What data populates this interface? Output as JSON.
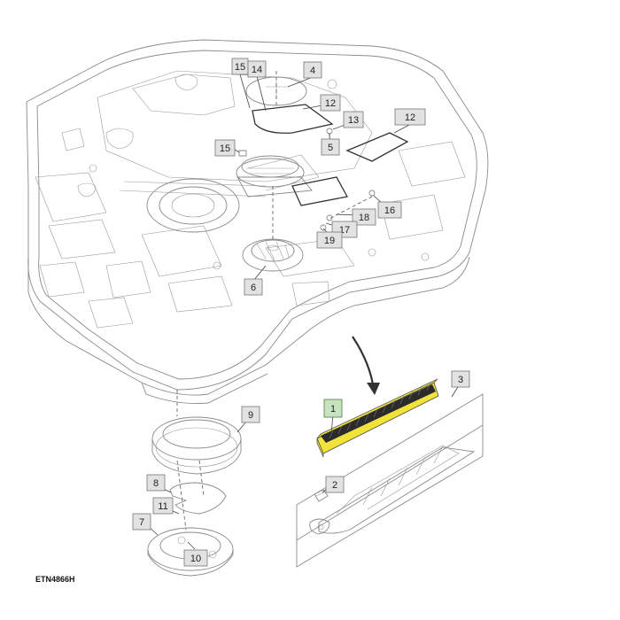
{
  "figure_id": "ETN4866H",
  "callouts": {
    "c1": "1",
    "c2": "2",
    "c3": "3",
    "c4": "4",
    "c5": "5",
    "c6": "6",
    "c7": "7",
    "c8": "8",
    "c9": "9",
    "c10": "10",
    "c11": "11",
    "c12a": "12",
    "c12b": "12",
    "c13": "13",
    "c14": "14",
    "c15a": "15",
    "c15b": "15",
    "c16": "16",
    "c17": "17",
    "c18": "18",
    "c19": "19"
  },
  "colors": {
    "filter_yellow": "#f2e33a",
    "filter_media": "#2b2b2b",
    "callout_box": "#e2e2e2",
    "callout_box_highlight": "#c8e3c0",
    "line_art": "#8a8a8a"
  }
}
